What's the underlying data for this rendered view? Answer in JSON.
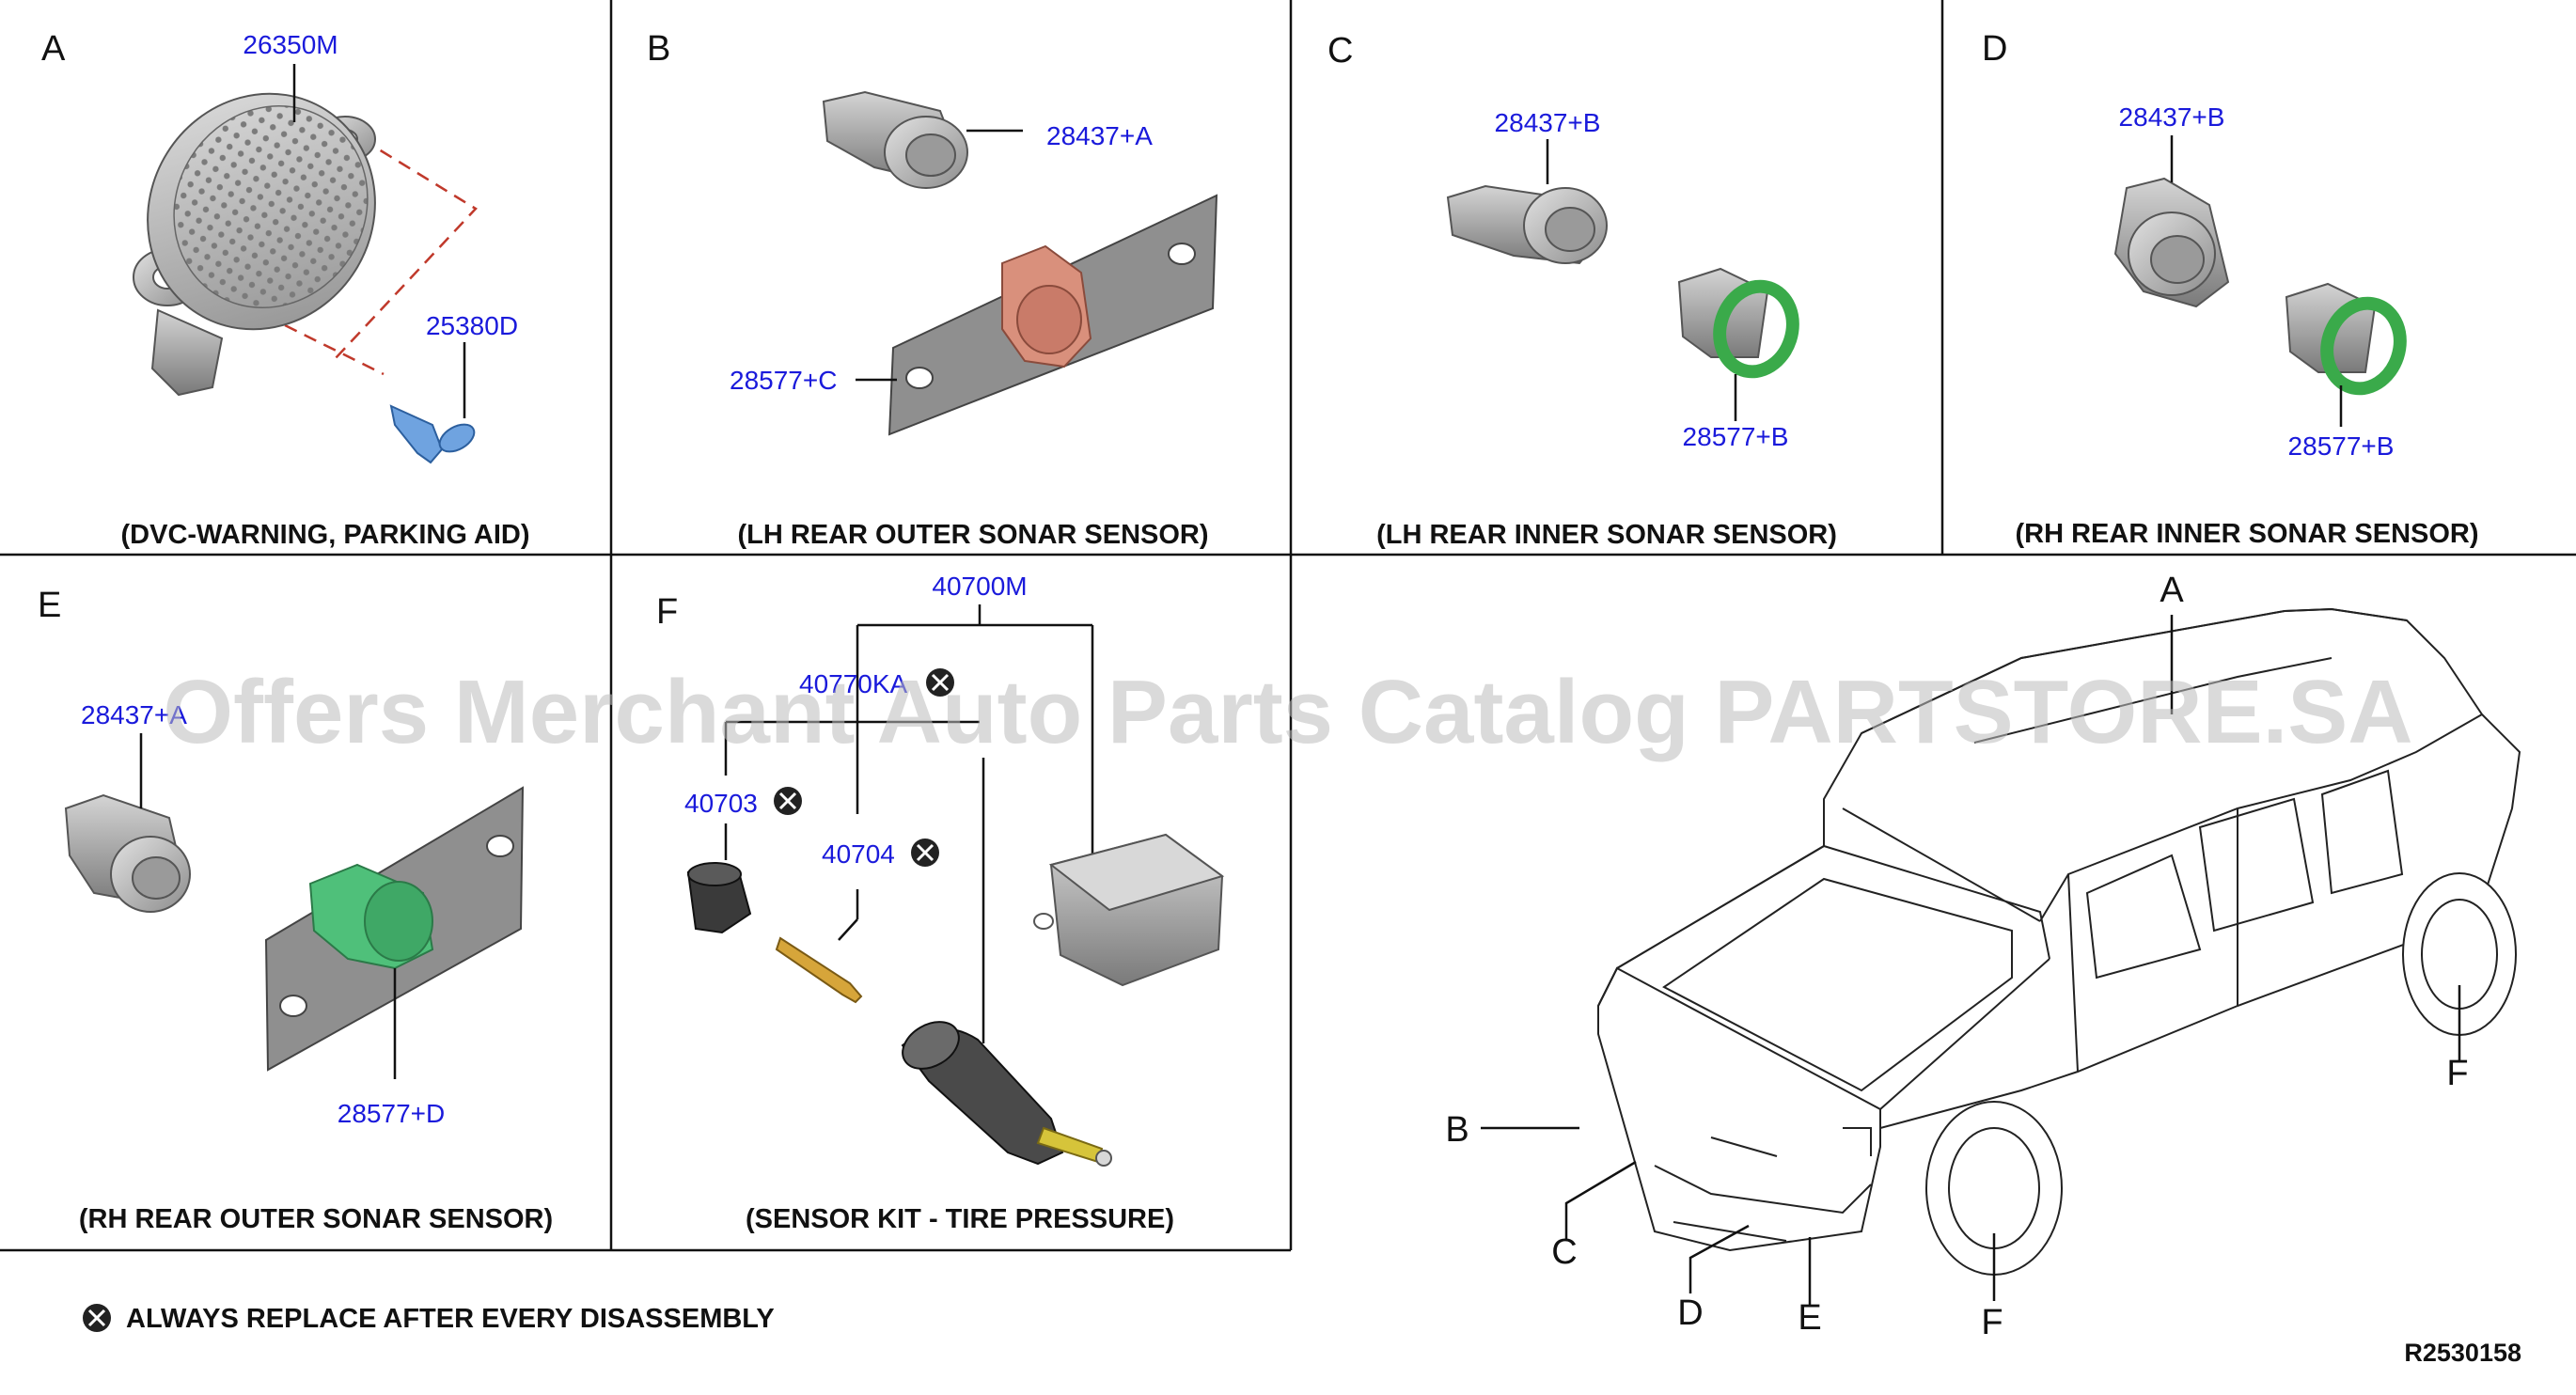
{
  "panels": [
    {
      "letter": "A",
      "caption": "(DVC-WARNING, PARKING AID)",
      "parts": [
        "26350M",
        "25380D"
      ]
    },
    {
      "letter": "B",
      "caption": "(LH REAR OUTER SONAR SENSOR)",
      "parts": [
        "28437+A",
        "28577+C"
      ]
    },
    {
      "letter": "C",
      "caption": "(LH REAR INNER SONAR SENSOR)",
      "parts": [
        "28437+B",
        "28577+B"
      ]
    },
    {
      "letter": "D",
      "caption": "(RH REAR INNER SONAR SENSOR)",
      "parts": [
        "28437+B",
        "28577+B"
      ]
    },
    {
      "letter": "E",
      "caption": "(RH REAR OUTER SONAR SENSOR)",
      "parts": [
        "28437+A",
        "28577+D"
      ]
    },
    {
      "letter": "F",
      "caption": "(SENSOR KIT - TIRE PRESSURE)",
      "parts": [
        "40700M",
        "40770KA",
        "40703",
        "40704"
      ]
    }
  ],
  "vehicle_callouts": [
    "A",
    "B",
    "C",
    "D",
    "E",
    "F",
    "F"
  ],
  "footnote": "ALWAYS REPLACE AFTER EVERY DISASSEMBLY",
  "reference": "R2530158",
  "watermark": "Offers Merchant Auto Parts Catalog PARTSTORE.SA",
  "colors": {
    "part_number": "#1a1adb",
    "tire_ring": "#3aaa4a",
    "clip_pink": "#d9907c",
    "clip_green": "#4fc07a",
    "bolt_blue": "#6fa3e0"
  }
}
